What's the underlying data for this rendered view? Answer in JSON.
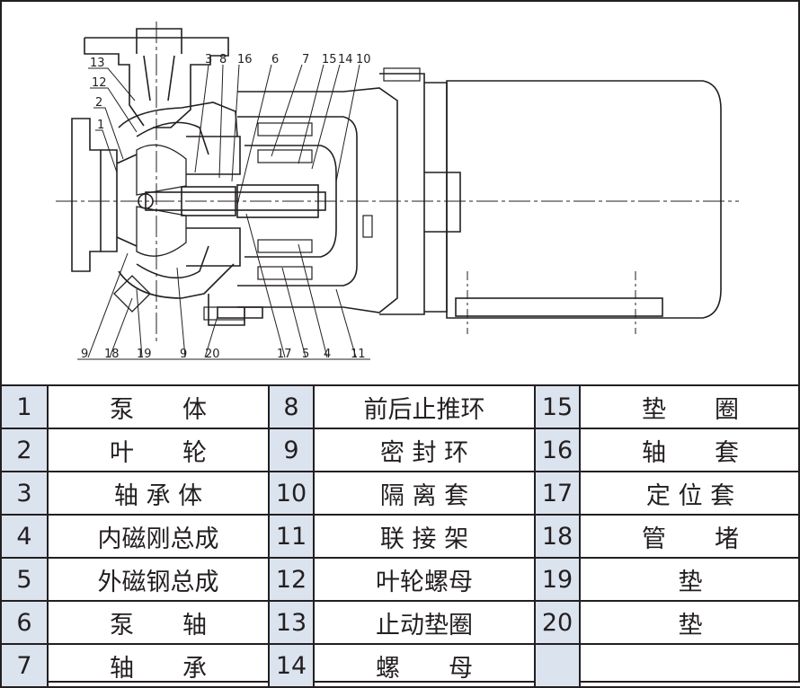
{
  "drawing": {
    "callouts": [
      "13",
      "12",
      "2",
      "1",
      "3",
      "8",
      "16",
      "6",
      "7",
      "15",
      "14",
      "10",
      "9",
      "18",
      "19",
      "9",
      "20",
      "17",
      "5",
      "4",
      "11"
    ]
  },
  "parts": [
    {
      "no": "1",
      "name": "泵　　体"
    },
    {
      "no": "2",
      "name": "叶　　轮"
    },
    {
      "no": "3",
      "name": "轴 承 体"
    },
    {
      "no": "4",
      "name": "内磁刚总成"
    },
    {
      "no": "5",
      "name": "外磁钢总成"
    },
    {
      "no": "6",
      "name": "泵　　轴"
    },
    {
      "no": "7",
      "name": "轴　　承"
    },
    {
      "no": "8",
      "name": "前后止推环"
    },
    {
      "no": "9",
      "name": "密 封 环"
    },
    {
      "no": "10",
      "name": "隔 离 套"
    },
    {
      "no": "11",
      "name": "联 接 架"
    },
    {
      "no": "12",
      "name": "叶轮螺母"
    },
    {
      "no": "13",
      "name": "止动垫圈"
    },
    {
      "no": "14",
      "name": "螺　　母"
    },
    {
      "no": "15",
      "name": "垫　　圈"
    },
    {
      "no": "16",
      "name": "轴　　套"
    },
    {
      "no": "17",
      "name": "定 位 套"
    },
    {
      "no": "18",
      "name": "管　　堵"
    },
    {
      "no": "19",
      "name": "垫"
    },
    {
      "no": "20",
      "name": "垫"
    }
  ],
  "colors": {
    "line": "#231f20",
    "number_cell": "#dbe3ef"
  }
}
